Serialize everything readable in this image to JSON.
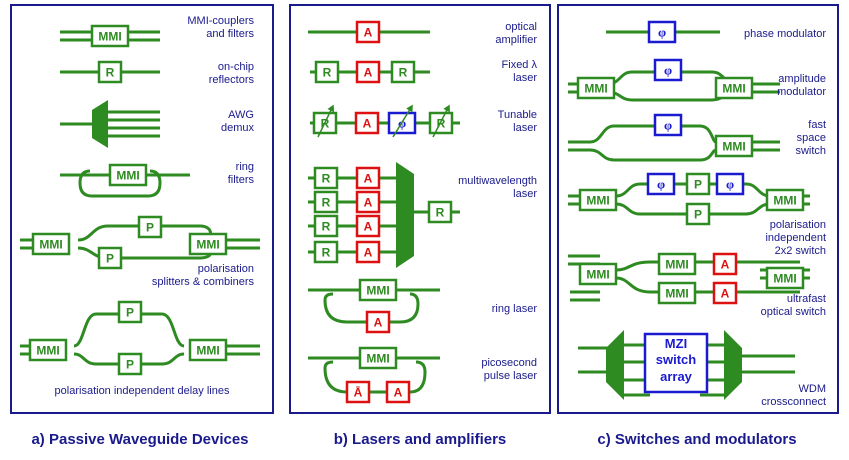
{
  "colors": {
    "waveguide": "#2e8b22",
    "active": "#dd1111",
    "modulator": "#1a1ad0",
    "text": "#1a1a8c",
    "frame": "#1a1a8c"
  },
  "panels": [
    {
      "title": "a) Passive Waveguide Devices",
      "devices": [
        {
          "caption": [
            "MMI-couplers",
            "and filters"
          ],
          "blocks": [
            "MMI"
          ]
        },
        {
          "caption": [
            "on-chip",
            "reflectors"
          ],
          "blocks": [
            "R"
          ]
        },
        {
          "caption": [
            "AWG",
            "demux"
          ],
          "blocks": []
        },
        {
          "caption": [
            "ring",
            "filters"
          ],
          "blocks": [
            "MMI"
          ]
        },
        {
          "caption": [
            "polarisation",
            "splitters & combiners"
          ],
          "blocks": [
            "MMI",
            "P",
            "P",
            "MMI"
          ]
        },
        {
          "caption": [
            "polarisation independent delay lines"
          ],
          "blocks": [
            "MMI",
            "P",
            "P",
            "MMI"
          ]
        }
      ]
    },
    {
      "title": "b) Lasers and amplifiers",
      "devices": [
        {
          "caption": [
            "optical",
            "amplifier"
          ],
          "blocks": [
            "A"
          ]
        },
        {
          "caption": [
            "Fixed λ",
            "laser"
          ],
          "blocks": [
            "R",
            "A",
            "R"
          ]
        },
        {
          "caption": [
            "Tunable",
            "laser"
          ],
          "blocks": [
            "R",
            "A",
            "φ",
            "R"
          ]
        },
        {
          "caption": [
            "multiwavelength",
            "laser"
          ],
          "blocks": [
            "R",
            "A",
            "R",
            "A",
            "R",
            "A",
            "R",
            "A",
            "R"
          ]
        },
        {
          "caption": [
            "ring laser"
          ],
          "blocks": [
            "MMI",
            "A"
          ]
        },
        {
          "caption": [
            "picosecond",
            "pulse laser"
          ],
          "blocks": [
            "MMI",
            "Ā",
            "A"
          ]
        }
      ]
    },
    {
      "title": "c) Switches and modulators",
      "devices": [
        {
          "caption": [
            "phase modulator"
          ],
          "blocks": [
            "φ"
          ]
        },
        {
          "caption": [
            "amplitude",
            "modulator"
          ],
          "blocks": [
            "MMI",
            "φ",
            "MMI"
          ]
        },
        {
          "caption": [
            "fast",
            "space",
            "switch"
          ],
          "blocks": [
            "φ",
            "MMI"
          ]
        },
        {
          "caption": [
            "polarisation",
            "independent",
            "2x2 switch"
          ],
          "blocks": [
            "MMI",
            "φ",
            "P",
            "φ",
            "P",
            "MMI"
          ]
        },
        {
          "caption": [
            "ultrafast",
            "optical switch"
          ],
          "blocks": [
            "MMI",
            "MMI",
            "A",
            "MMI",
            "A",
            "MMI"
          ]
        },
        {
          "caption": [
            "WDM",
            "crossconnect"
          ],
          "blocks": [
            "MZI",
            "switch",
            "array"
          ]
        }
      ]
    }
  ]
}
